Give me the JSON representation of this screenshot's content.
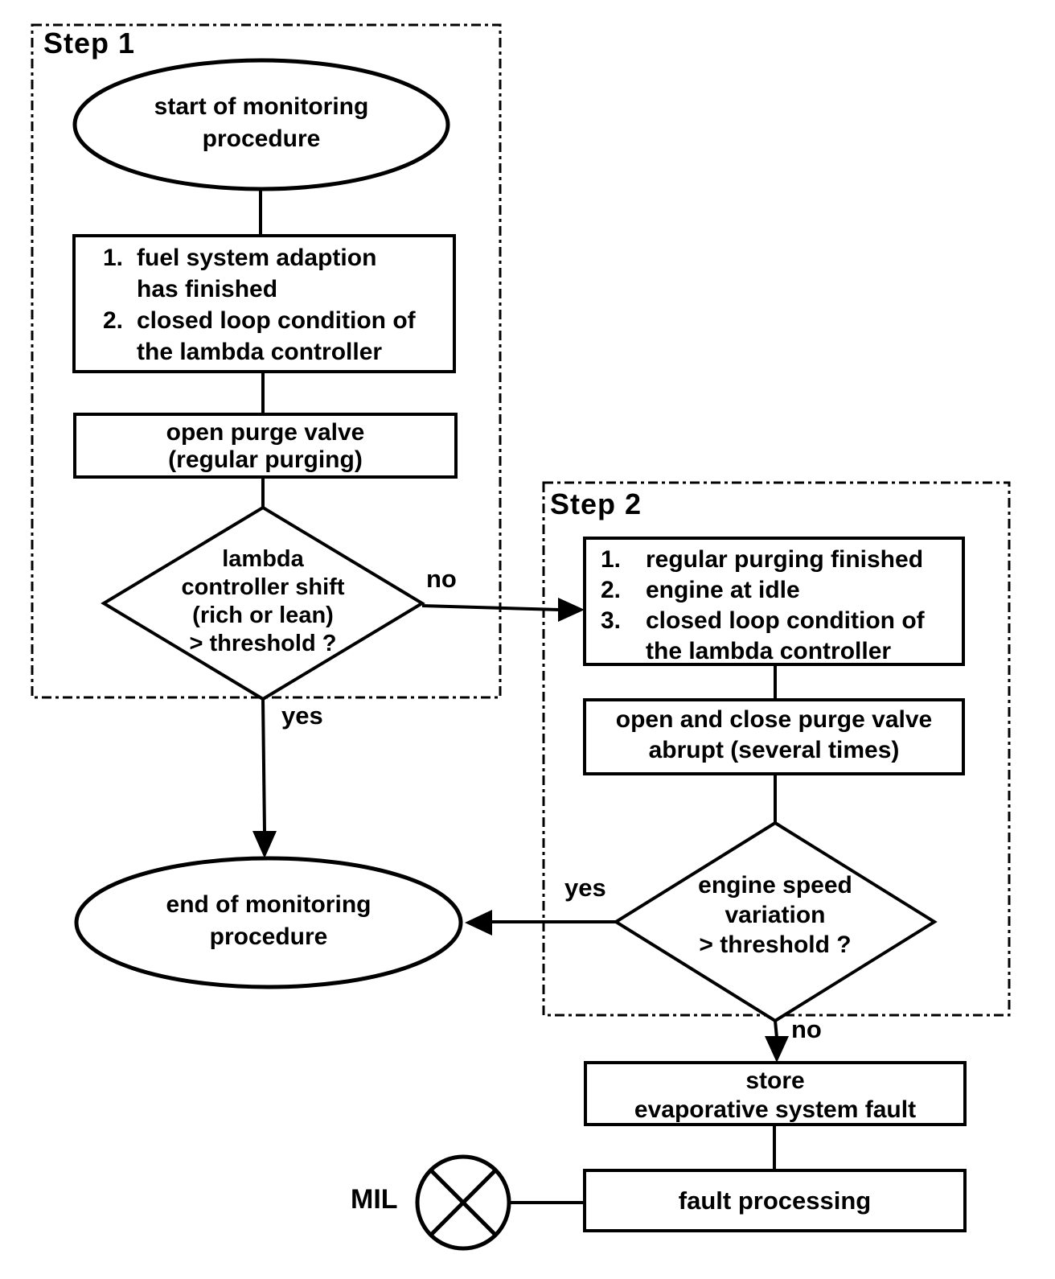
{
  "colors": {
    "ink": "#000000",
    "background": "#ffffff"
  },
  "step1": {
    "label": "Step 1",
    "start_ellipse": {
      "line1": "start of monitoring",
      "line2": "procedure"
    },
    "entry_conditions": {
      "item1_num": "1.",
      "item1_line1": "fuel system adaption",
      "item1_line2": "has finished",
      "item2_num": "2.",
      "item2_line1": "closed loop condition of",
      "item2_line2": "the lambda controller"
    },
    "purge_box": {
      "line1": "open purge valve",
      "line2": "(regular purging)"
    },
    "decision": {
      "line1": "lambda",
      "line2": "controller shift",
      "line3": "(rich or lean)",
      "line4": "> threshold ?"
    },
    "branch_no": "no",
    "branch_yes": "yes"
  },
  "step2": {
    "label": "Step 2",
    "entry_conditions": {
      "item1_num": "1.",
      "item1_line1": "regular purging finished",
      "item2_num": "2.",
      "item2_line1": "engine at idle",
      "item3_num": "3.",
      "item3_line1": "closed loop condition of",
      "item3_line2": "the lambda controller"
    },
    "valve_box": {
      "line1": "open and close purge valve",
      "line2": "abrupt (several times)"
    },
    "decision": {
      "line1": "engine speed",
      "line2": "variation",
      "line3": "> threshold ?"
    },
    "branch_yes": "yes",
    "branch_no": "no"
  },
  "end_ellipse": {
    "line1": "end of monitoring",
    "line2": "procedure"
  },
  "store_box": {
    "line1": "store",
    "line2": "evaporative system fault"
  },
  "fault_box": {
    "line1": "fault processing"
  },
  "mil": {
    "label": "MIL"
  }
}
